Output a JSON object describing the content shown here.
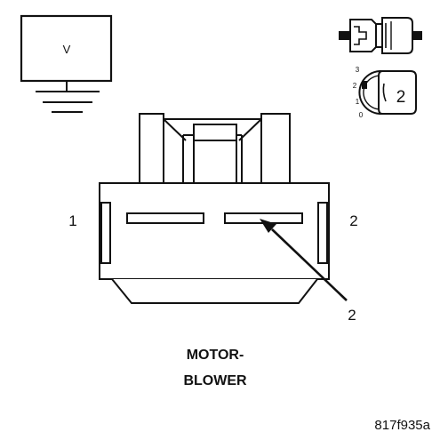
{
  "diagram": {
    "voltmeter_label": "V",
    "pin_labels": {
      "left": "1",
      "right": "2"
    },
    "callout_label": "2",
    "key_icon_badge": "2",
    "key_positions": [
      "3",
      "2",
      "1",
      "0"
    ],
    "component_name": {
      "line1": "MOTOR-",
      "line2": "BLOWER"
    },
    "figure_id": "817f935a"
  },
  "colors": {
    "ink": "#111111",
    "background": "#ffffff"
  }
}
